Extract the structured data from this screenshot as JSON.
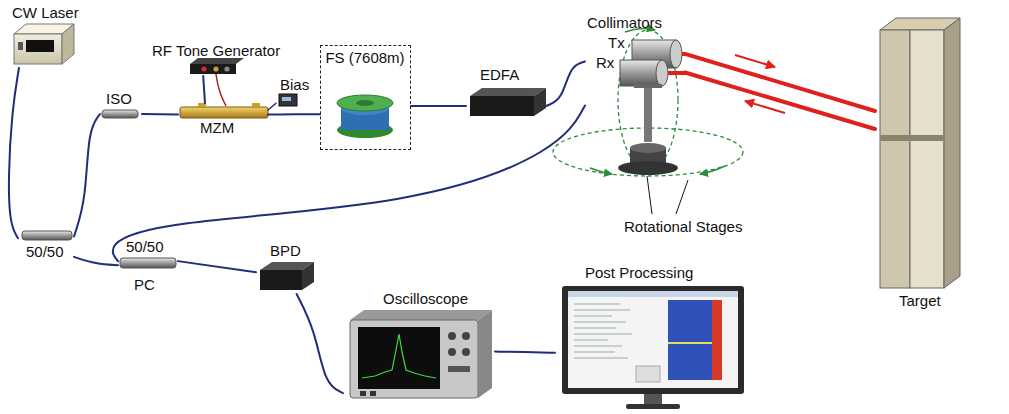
{
  "diagram": {
    "nodes": [
      {
        "text": [
          "CW Laser"
        ]
      },
      {
        "text": [
          "RF Tone Generator"
        ]
      },
      {
        "text": [
          "Bias"
        ]
      },
      {
        "text": [
          "ISO"
        ]
      },
      {
        "text": [
          "MZM"
        ]
      },
      {
        "text": [
          "FS (7608m)"
        ]
      },
      {
        "text": [
          "EDFA"
        ]
      },
      {
        "text": [
          "Collimators"
        ]
      },
      {
        "text": [
          "Target"
        ]
      },
      {
        "text": [
          "50/50"
        ]
      },
      {
        "text": [
          "50/50"
        ]
      },
      {
        "text": [
          "BPD"
        ]
      },
      {
        "text": [
          "Oscilloscope"
        ]
      },
      {
        "text": [
          "Post Processing"
        ]
      }
    ],
    "edges": [
      {
        "from": 0,
        "to": 9,
        "arrow": "none"
      },
      {
        "from": 9,
        "to": 3,
        "arrow": "none"
      },
      {
        "from": 3,
        "to": 4,
        "arrow": "none"
      },
      {
        "from": 1,
        "to": 4,
        "arrow": "none"
      },
      {
        "from": 2,
        "to": 4,
        "arrow": "none"
      },
      {
        "from": 4,
        "to": 5,
        "arrow": "none"
      },
      {
        "from": 5,
        "to": 6,
        "arrow": "none"
      },
      {
        "from": 6,
        "to": 7,
        "arrow": "none"
      },
      {
        "from": 7,
        "to": 10,
        "arrow": "none"
      },
      {
        "from": 9,
        "to": 10,
        "arrow": "none"
      },
      {
        "from": 10,
        "to": 11,
        "arrow": "none"
      },
      {
        "from": 11,
        "to": 12,
        "arrow": "none"
      },
      {
        "from": 12,
        "to": 13,
        "arrow": "none"
      },
      {
        "from": 7,
        "to": 8,
        "arrow": "none"
      },
      {
        "from": 8,
        "to": 7,
        "arrow": "none"
      }
    ],
    "labels": [
      "Tx",
      "Rx",
      "Rotational Stages",
      "PC"
    ]
  }
}
